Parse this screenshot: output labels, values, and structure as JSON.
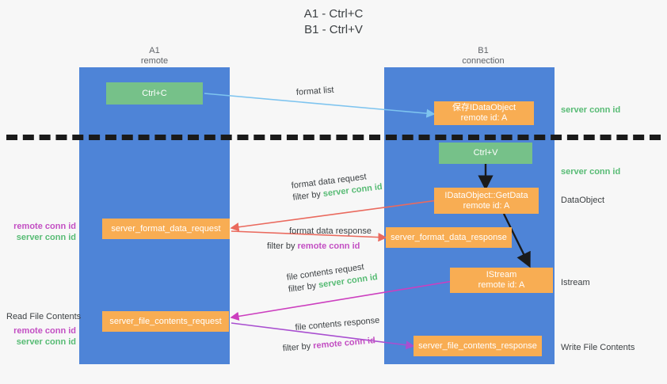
{
  "title": {
    "line1": "A1 - Ctrl+C",
    "line2": "B1 - Ctrl+V"
  },
  "columns": [
    {
      "name": "A1",
      "sub": "remote"
    },
    {
      "name": "B1",
      "sub": "connection"
    }
  ],
  "boxes": {
    "ctrl_c": "Ctrl+C",
    "ctrl_v": "Ctrl+V",
    "idataobject_l1": "保存IDataObject",
    "idataobject_l2": "remote id: A",
    "getdata_l1": "IDataObject::GetData",
    "getdata_l2": "remote id: A",
    "istream_l1": "IStream",
    "istream_l2": "remote id: A",
    "server_format_data_request": "server_format_data_request",
    "server_format_data_response": "server_format_data_response",
    "server_file_contents_request": "server_file_contents_request",
    "server_file_contents_response": "server_file_contents_response"
  },
  "annotations": {
    "format_list": "format list",
    "format_data_request": "format data request",
    "format_data_request_filter_prefix": "filter by ",
    "format_data_request_filter_value": "server conn id",
    "format_data_response": "format data response",
    "format_data_response_filter_prefix": "filter by ",
    "format_data_response_filter_value": "remote conn id",
    "file_contents_request": "file contents request",
    "file_contents_request_filter_prefix": "filter by ",
    "file_contents_request_filter_value": "server conn id",
    "file_contents_response": "file contents response",
    "file_contents_response_filter_prefix": "filter by ",
    "file_contents_response_filter_value": "remote conn id"
  },
  "side_labels": {
    "right_server_conn_id_1": "server conn id",
    "right_server_conn_id_2": "server conn id",
    "right_dataobject": "DataObject",
    "right_istream": "Istream",
    "right_write_file_contents": "Write File Contents",
    "left_remote_conn_id_1": "remote conn id",
    "left_server_conn_id_1": "server conn id",
    "left_read_file_contents": "Read File Contents",
    "left_remote_conn_id_2": "remote conn id",
    "left_server_conn_id_2": "server conn id"
  },
  "colors": {
    "background": "#f7f7f7",
    "lane": "#4e84d7",
    "green_box": "#76c189",
    "orange_box": "#f8ad53",
    "divider": "#1a1a1a",
    "arrow_blue": "#7ec4ef",
    "arrow_red": "#ea6a5e",
    "arrow_magenta": "#cc3fbf",
    "arrow_purple": "#a94fd0",
    "arrow_dark": "#1a1a1a",
    "green_text": "#57bb74",
    "purple_text": "#c34fc3"
  }
}
